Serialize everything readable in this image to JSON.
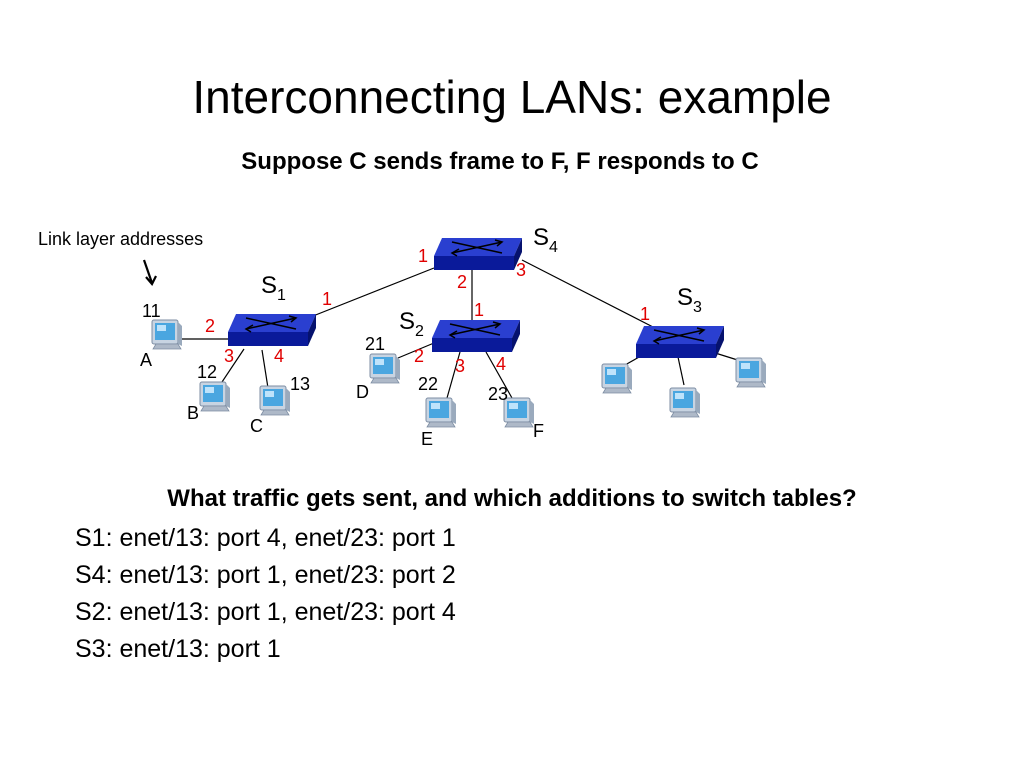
{
  "slide": {
    "title": "Interconnecting LANs: example",
    "subtitle": "Suppose C sends frame to F, F responds to C",
    "annotation": "Link layer addresses",
    "question": "What traffic gets sent, and which additions to switch tables?",
    "answers": [
      "S1: enet/13: port 4, enet/23: port 1",
      "S4: enet/13: port 1, enet/23: port 2",
      "S2: enet/13: port 1, enet/23: port 4",
      "S3: enet/13: port 1"
    ]
  },
  "switches": {
    "s1": {
      "label": "S",
      "sub": "1",
      "ports": [
        "1",
        "2",
        "3",
        "4"
      ]
    },
    "s2": {
      "label": "S",
      "sub": "2",
      "ports": [
        "1",
        "2",
        "3",
        "4"
      ]
    },
    "s3": {
      "label": "S",
      "sub": "3",
      "ports": [
        "1"
      ]
    },
    "s4": {
      "label": "S",
      "sub": "4",
      "ports": [
        "1",
        "2",
        "3"
      ]
    }
  },
  "hosts": {
    "a": {
      "name": "A",
      "addr": "11"
    },
    "b": {
      "name": "B",
      "addr": "12"
    },
    "c": {
      "name": "C",
      "addr": "13"
    },
    "d": {
      "name": "D",
      "addr": "21"
    },
    "e": {
      "name": "E",
      "addr": "22"
    },
    "f": {
      "name": "F",
      "addr": "23"
    }
  },
  "colors": {
    "switch_top": "#2a3fd0",
    "switch_side": "#0a1a9a",
    "port_label": "#e00000",
    "link": "#000000",
    "monitor_body": "#c8d4e2",
    "monitor_screen": "#4aa6e0"
  },
  "icons": {
    "switch": "network-switch-icon",
    "host": "desktop-computer-icon"
  }
}
